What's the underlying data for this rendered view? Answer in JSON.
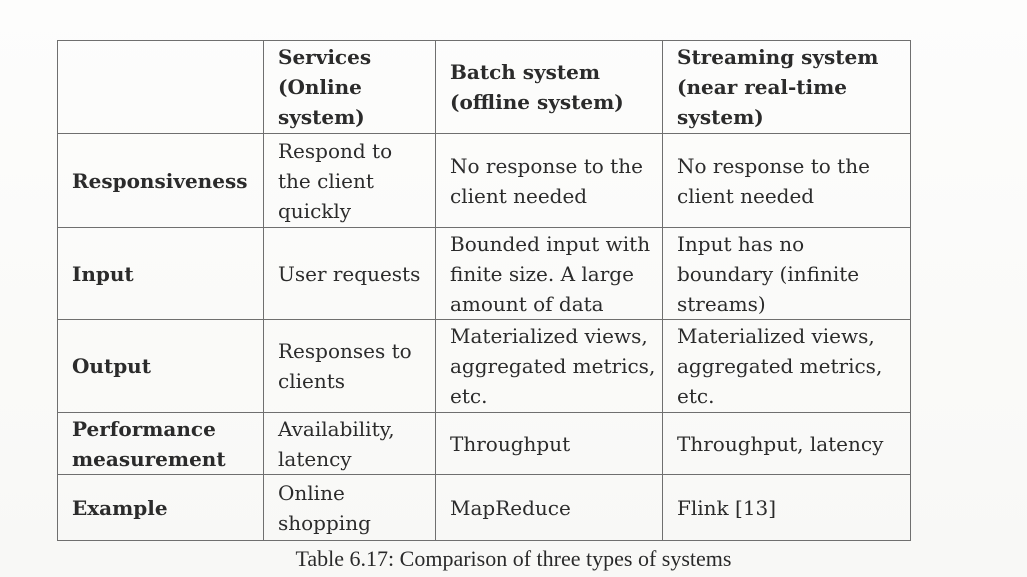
{
  "table": {
    "header": {
      "corner": "",
      "services": "Services\n(Online\nsystem)",
      "batch": "Batch system\n(offline system)",
      "streaming": "Streaming system\n(near real-time\nsystem)"
    },
    "rows": [
      {
        "label": "Responsiveness",
        "services": "Respond to\nthe client\nquickly",
        "batch": "No response to the\nclient needed",
        "streaming": "No response to the\nclient needed"
      },
      {
        "label": "Input",
        "services": "User requests",
        "batch": "Bounded input with\nfinite size. A large\namount of data",
        "streaming": "Input has no\nboundary (infinite\nstreams)"
      },
      {
        "label": "Output",
        "services": "Responses to\nclients",
        "batch": "Materialized views,\naggregated metrics,\netc.",
        "streaming": "Materialized views,\naggregated metrics,\netc."
      },
      {
        "label": "Performance\nmeasurement",
        "services": "Availability,\nlatency",
        "batch": "Throughput",
        "streaming": "Throughput, latency"
      },
      {
        "label": "Example",
        "services": "Online\nshopping",
        "batch": "MapReduce",
        "streaming": "Flink [13]"
      }
    ]
  },
  "caption": "Table 6.17: Comparison of three types of systems"
}
